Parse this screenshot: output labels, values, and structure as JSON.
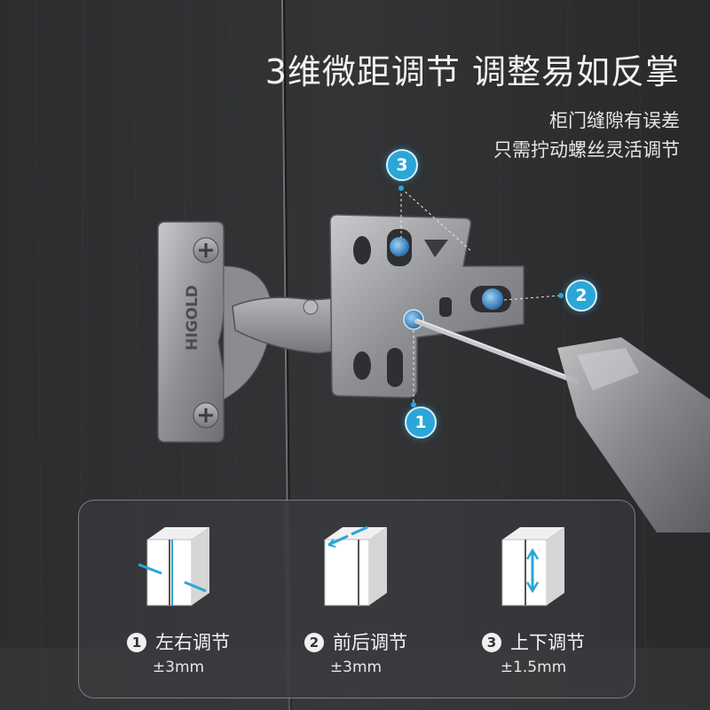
{
  "headline": "3维微距调节 调整易如反掌",
  "subline_1": "柜门缝隙有误差",
  "subline_2": "只需拧动螺丝灵活调节",
  "callouts": [
    "3",
    "2",
    "1"
  ],
  "hinge_brand": "HIGOLD",
  "adjustments": [
    {
      "number": "1",
      "label": "左右调节",
      "range": "±3mm",
      "icon": "left-right-adjust-icon"
    },
    {
      "number": "2",
      "label": "前后调节",
      "range": "±3mm",
      "icon": "front-back-adjust-icon"
    },
    {
      "number": "3",
      "label": "上下调节",
      "range": "±1.5mm",
      "icon": "up-down-adjust-icon"
    }
  ],
  "colors": {
    "accent": "#2aa6d8",
    "background": "#2a2b2d",
    "metal": "#9a9ca0"
  }
}
